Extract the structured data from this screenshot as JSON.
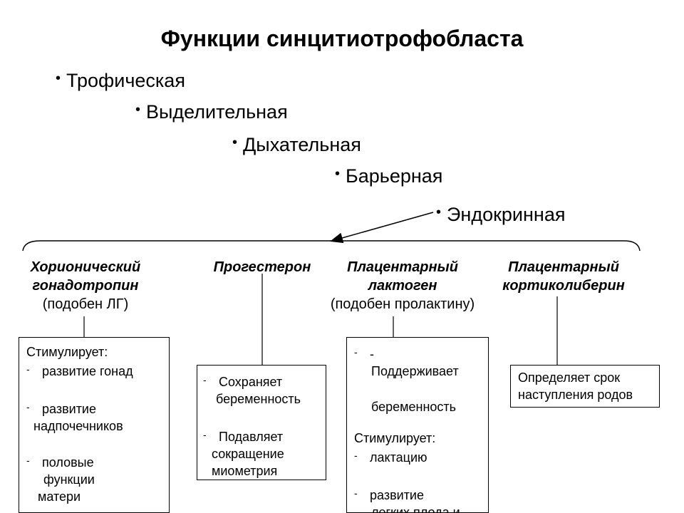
{
  "title": "Функции синцитиотрофобласта",
  "functions": [
    "Трофическая",
    "Выделительная",
    "Дыхательная",
    "Барьерная",
    "Эндокринная"
  ],
  "hormones": [
    {
      "name": [
        "Хорионический",
        "гонадотропин"
      ],
      "note": "(подобен ЛГ)"
    },
    {
      "name": [
        "Прогестерон"
      ],
      "note": ""
    },
    {
      "name": [
        "Плацентарный",
        "лактоген"
      ],
      "note": "(подобен пролактину)"
    },
    {
      "name": [
        "Плацентарный",
        "кортиколиберин"
      ],
      "note": ""
    }
  ],
  "boxes": {
    "hcg": {
      "heading": "Стимулирует:",
      "item1": [
        "развитие гонад"
      ],
      "item2": [
        "развитие",
        "надпочечников"
      ],
      "item3": [
        "половые",
        "функции",
        "матери"
      ]
    },
    "progesterone": {
      "item1": [
        "Сохраняет",
        "беременность"
      ],
      "item2": [
        "Подавляет",
        "сокращение",
        "миометрия"
      ]
    },
    "lactogen": {
      "item1": [
        "-",
        "Поддерживает",
        "беременность"
      ],
      "heading": "Стимулирует:",
      "item2": [
        "лактацию"
      ],
      "item3": [
        "развитие",
        "легких плода и"
      ]
    },
    "crh": {
      "text": [
        "Определяет срок",
        "наступления родов"
      ]
    }
  },
  "dash": "-"
}
